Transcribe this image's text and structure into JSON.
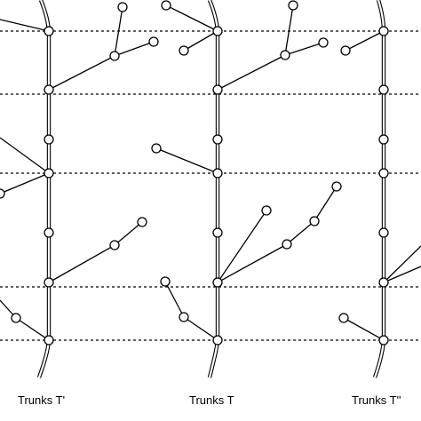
{
  "trunks": [
    {
      "id": "t_prime",
      "label": "Trunks T'"
    },
    {
      "id": "t",
      "label": "Trunks T"
    },
    {
      "id": "t_double_prime",
      "label": "Trunks T''"
    }
  ]
}
